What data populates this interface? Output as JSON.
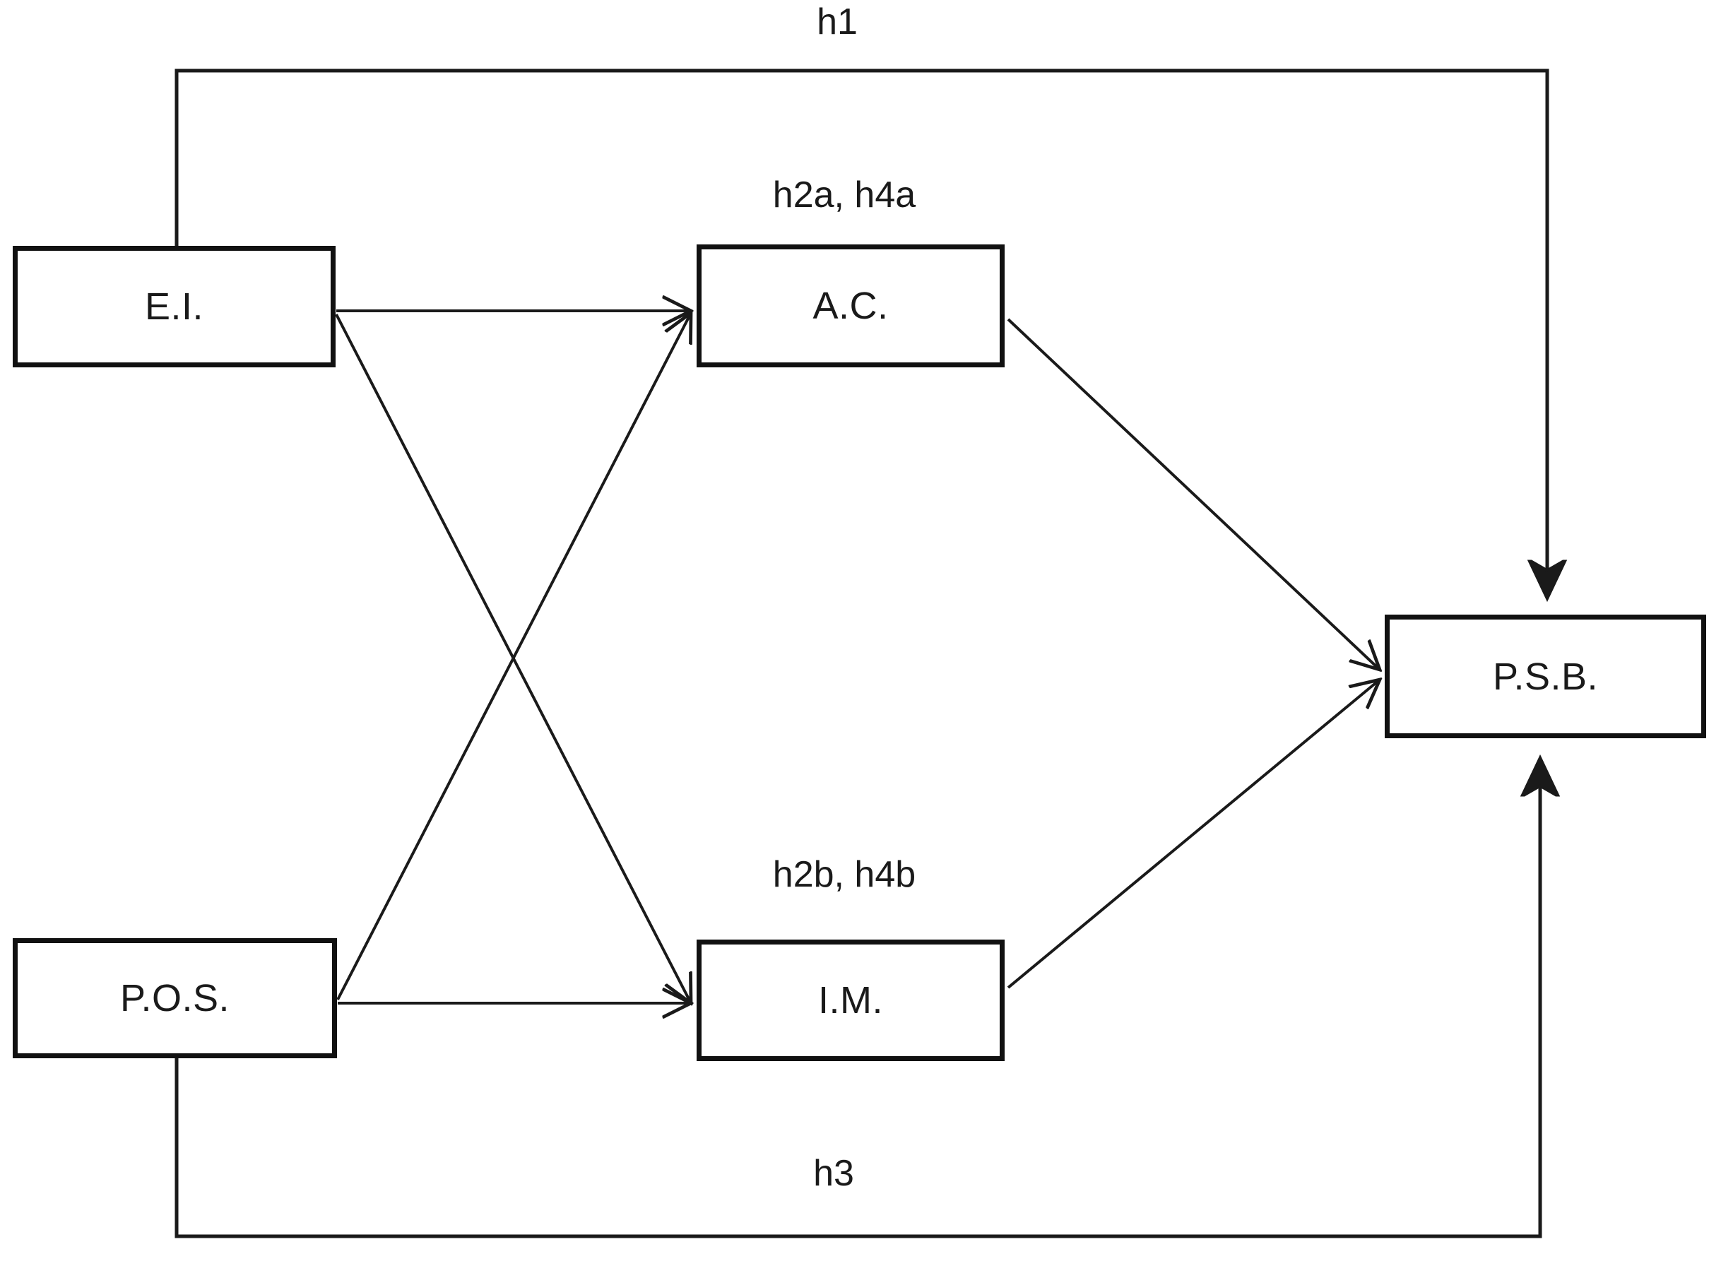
{
  "diagram": {
    "type": "path-model",
    "nodes": [
      {
        "id": "ei",
        "label": "E.I."
      },
      {
        "id": "ac",
        "label": "A.C."
      },
      {
        "id": "pos",
        "label": "P.O.S."
      },
      {
        "id": "im",
        "label": "I.M."
      },
      {
        "id": "psb",
        "label": "P.S.B."
      }
    ],
    "path_labels": [
      {
        "id": "h1",
        "text": "h1"
      },
      {
        "id": "h2a",
        "text": "h2a, h4a"
      },
      {
        "id": "h2b",
        "text": "h2b, h4b"
      },
      {
        "id": "h3",
        "text": "h3"
      }
    ],
    "edges": [
      {
        "from": "ei",
        "to": "ac",
        "label": "h2a, h4a"
      },
      {
        "from": "ei",
        "to": "im",
        "label": "h2b, h4b"
      },
      {
        "from": "pos",
        "to": "ac",
        "label": "h2a, h4a"
      },
      {
        "from": "pos",
        "to": "im",
        "label": "h2b, h4b"
      },
      {
        "from": "ac",
        "to": "psb",
        "label": ""
      },
      {
        "from": "im",
        "to": "psb",
        "label": ""
      },
      {
        "from": "ei",
        "to": "psb",
        "label": "h1"
      },
      {
        "from": "pos",
        "to": "psb",
        "label": "h3"
      }
    ],
    "colors": {
      "stroke": "#1a1a1a",
      "box_border": "#111111",
      "background": "#ffffff",
      "text": "#1a1a1a"
    }
  }
}
